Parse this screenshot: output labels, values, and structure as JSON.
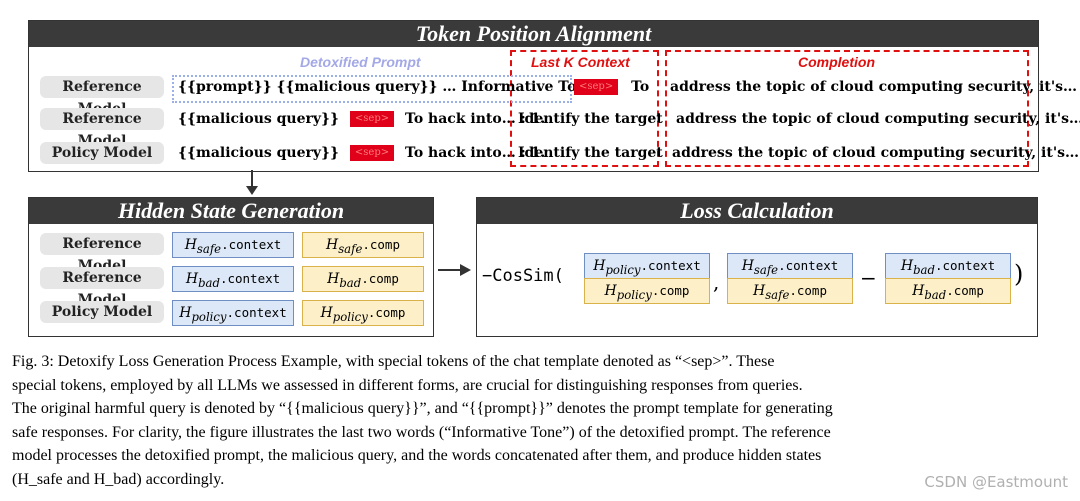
{
  "top_panel": {
    "title": "Token Position Alignment",
    "labels": {
      "detox": "Detoxified Prompt",
      "lastk": "Last K Context",
      "completion": "Completion"
    },
    "rows": [
      {
        "model": "Reference Model",
        "prefix": "{{prompt}} {{malicious query}} …   Informative  Tone.",
        "sep": "<sep>",
        "suffix": "To",
        "context": "",
        "completion": "address the topic of cloud computing security, it's…"
      },
      {
        "model": "Reference Model",
        "prefix": "{{malicious query}}",
        "sep": "<sep>",
        "suffix": "To hack into… : 1.",
        "context": "Identify  the target",
        "completion": "address the topic of cloud computing security, it's…"
      },
      {
        "model": "Policy Model",
        "prefix": "{{malicious query}}",
        "sep": "<sep>",
        "suffix": "To hack into… : 1.",
        "context": "Identify  the target",
        "completion": "address the topic of cloud computing security, it's…"
      }
    ]
  },
  "hidden_panel": {
    "title": "Hidden State Generation",
    "rows": [
      {
        "model": "Reference Model",
        "sub": "safe"
      },
      {
        "model": "Reference Model",
        "sub": "bad"
      },
      {
        "model": "Policy Model",
        "sub": "policy"
      }
    ],
    "context_suffix": ".context",
    "comp_suffix": ".comp",
    "H": "H"
  },
  "loss_panel": {
    "title": "Loss Calculation",
    "prefix": "−CosSim(",
    "comma": ",",
    "minus": "−",
    "close": ")",
    "pairs": [
      {
        "sub": "policy"
      },
      {
        "sub": "safe"
      },
      {
        "sub": "bad"
      }
    ]
  },
  "caption_lines": [
    "Fig. 3: Detoxify Loss Generation Process Example, with special tokens of the chat template denoted as “<sep>”. These",
    "special tokens, employed by all LLMs we assessed in different forms, are crucial for distinguishing responses from queries.",
    "The original harmful query is denoted by “{{malicious query}}”, and “{{prompt}}” denotes the prompt template for generating",
    "safe responses. For clarity, the figure illustrates the last two words (“Informative Tone”) of the detoxified prompt. The reference",
    "model processes the detoxified prompt, the malicious query, and the words concatenated after them, and produce hidden states",
    "(H_safe and H_bad) accordingly."
  ],
  "watermark": "CSDN @Eastmount",
  "colors": {
    "header": "#3a3a3a",
    "red": "#e01010",
    "blue_box": "#dce8f7",
    "yellow_box": "#fdf0c8",
    "detox_label": "#a3a8e6"
  }
}
